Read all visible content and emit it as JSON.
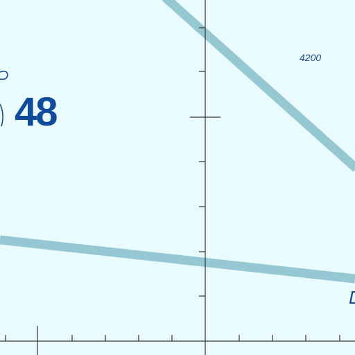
{
  "map": {
    "elevation_label": "4200",
    "grid_number": "48",
    "edge_letter": "D"
  },
  "colors": {
    "background": "#e9fbfd",
    "route_line": "#96c8d3",
    "graticule": "#333333",
    "label_blue": "#1c4a93"
  }
}
